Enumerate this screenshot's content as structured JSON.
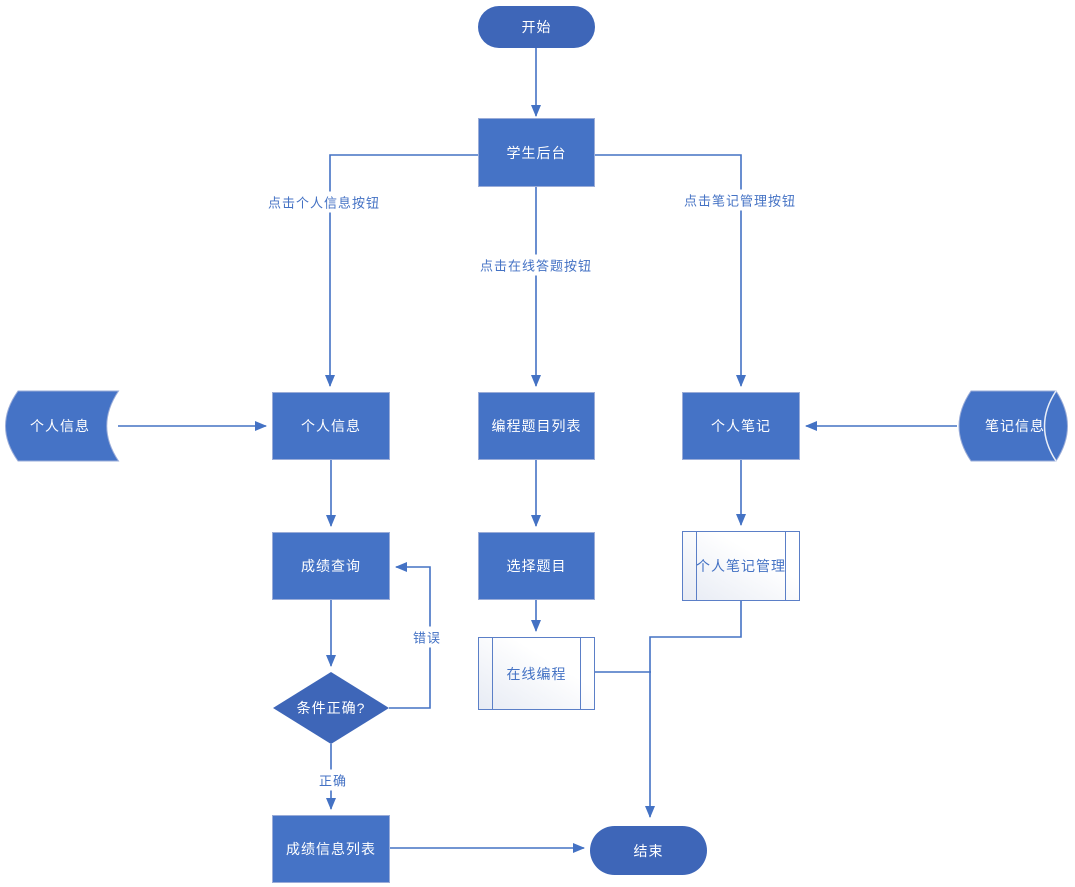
{
  "diagram": {
    "type": "flowchart",
    "nodes": {
      "start": "开始",
      "student_backend": "学生后台",
      "personal_info_store": "个人信息",
      "personal_info": "个人信息",
      "programming_problem_list": "编程题目列表",
      "personal_notes": "个人笔记",
      "note_info_store": "笔记信息",
      "grade_query": "成绩查询",
      "select_problem": "选择题目",
      "personal_note_management": "个人笔记管理",
      "online_programming": "在线编程",
      "condition_check": "条件正确?",
      "grade_info_list": "成绩信息列表",
      "end": "结束"
    },
    "edge_labels": {
      "click_personal_info_button": "点击个人信息按钮",
      "click_online_answer_button": "点击在线答题按钮",
      "click_note_management_button": "点击笔记管理按钮",
      "error": "错误",
      "correct": "正确"
    },
    "colors": {
      "process_fill": "#4573C6",
      "terminator_fill": "#3E66B8",
      "decision_fill": "#3E66B8",
      "process_border": "#9AACD8",
      "connector": "#4472C4",
      "edge_label_text": "#4472C4",
      "node_text": "#FFFFFF",
      "subroutine_border": "#5B7FC7",
      "subroutine_text": "#4472C4",
      "canvas_background": "#FFFFFF"
    }
  }
}
